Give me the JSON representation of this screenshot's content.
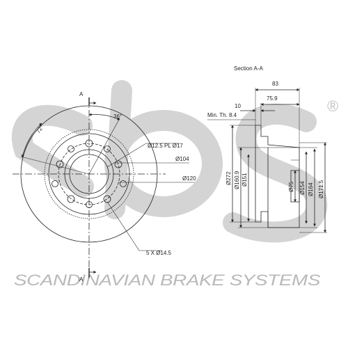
{
  "watermark": {
    "logo_text": "sbs",
    "registered_mark": "®",
    "company_name": "SCANDINAVIAN BRAKE SYSTEMS"
  },
  "front_view": {
    "section_marker_top": "A",
    "section_marker_bottom": "A",
    "angle_36": "36°",
    "angle_72": "72°",
    "label_holes_small": "Ø12.5 PL Ø17",
    "label_d104": "Ø104",
    "label_d120": "Ø120",
    "label_bolt_holes": "5 X Ø14.5"
  },
  "section_view": {
    "title": "Section A-A",
    "dim_83": "83",
    "dim_75_9": "75.9",
    "dim_10": "10",
    "min_thickness": "Min. Th. 8.4",
    "dim_d272": "Ø272",
    "dim_d160_9": "Ø160.9",
    "dim_d151": "Ø151",
    "dim_d75": "Ø75",
    "dim_d154": "Ø154",
    "dim_d164": "Ø164",
    "dim_d171_5": "Ø171.5"
  }
}
